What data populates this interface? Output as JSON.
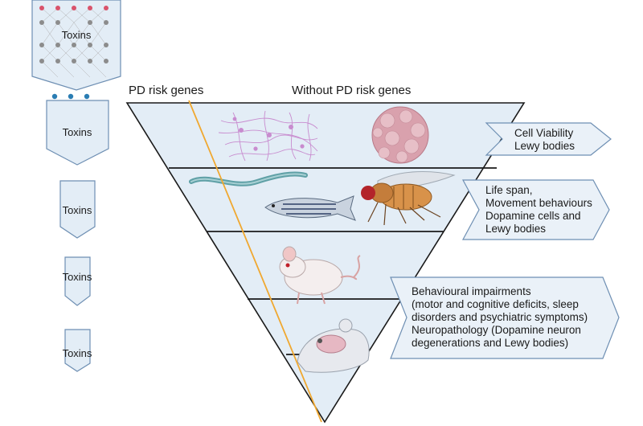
{
  "headers": {
    "left": "PD risk genes",
    "right": "Without PD risk genes"
  },
  "toxin_labels": [
    "Toxins",
    "Toxins",
    "Toxins",
    "Toxins",
    "Toxins"
  ],
  "callouts": {
    "cells": [
      "Cell Viability",
      "Lewy bodies"
    ],
    "invertebrates": [
      "Life span,",
      "Movement behaviours",
      "Dopamine cells and",
      "Lewy bodies"
    ],
    "rodents": [
      "Behavioural impairments",
      "(motor and cognitive deficits, sleep",
      "disorders and psychiatric symptoms)",
      "Neuropathology (Dopamine neuron",
      "degenerations and Lewy bodies)"
    ]
  },
  "colors": {
    "pyramid_fill": "#e3edf6",
    "callout_fill": "#eaf1f8",
    "chevron_fill": "#e3edf6",
    "outline": "#6e8fb3",
    "risk_line": "#f0a830",
    "neuron": "#c88ccf",
    "organoid": "#d9a1ad"
  },
  "icons": [
    "neural-network-icon",
    "neurons-icon",
    "organoid-icon",
    "worm-icon",
    "zebrafish-icon",
    "fruit-fly-icon",
    "mouse-icon",
    "rat-brain-icon"
  ]
}
